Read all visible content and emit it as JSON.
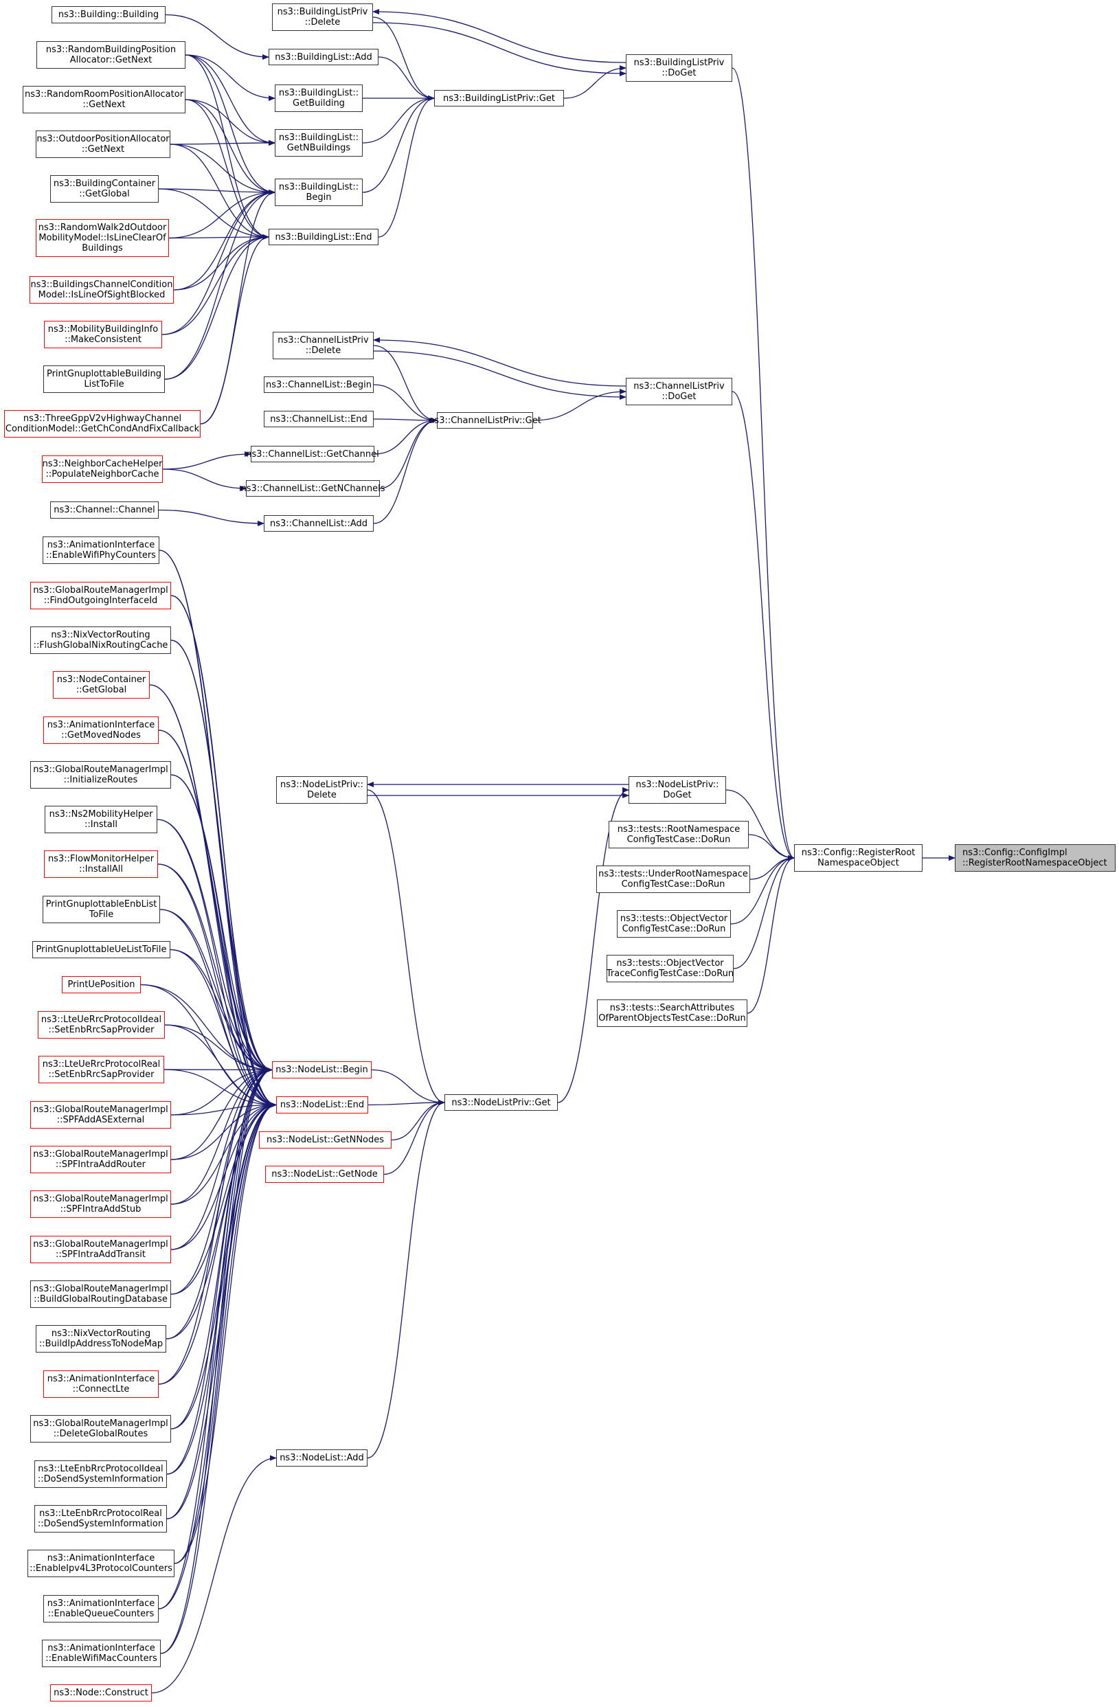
{
  "graph": {
    "title": "Caller graph: ns3::Config::ConfigImpl::RegisterRootNamespaceObject",
    "colors": {
      "edge": "#191970",
      "node_border": "#333333",
      "truncated_border": "#ff0000",
      "root_fill": "#bfbfbf"
    },
    "nodes": [
      {
        "id": "root",
        "label": "ns3::Config::ConfigImpl\n::RegisterRootNamespaceObject",
        "style": "root"
      },
      {
        "id": "regroot",
        "label": "ns3::Config::RegisterRoot\nNamespaceObject",
        "style": "normal"
      },
      {
        "id": "blp_doget",
        "label": "ns3::BuildingListPriv\n::DoGet",
        "style": "normal"
      },
      {
        "id": "clp_doget",
        "label": "ns3::ChannelListPriv\n::DoGet",
        "style": "normal"
      },
      {
        "id": "nlp_doget",
        "label": "ns3::NodeListPriv::\nDoGet",
        "style": "normal"
      },
      {
        "id": "t_root",
        "label": "ns3::tests::RootNamespace\nConfigTestCase::DoRun",
        "style": "normal"
      },
      {
        "id": "t_under",
        "label": "ns3::tests::UnderRootNamespace\nConfigTestCase::DoRun",
        "style": "normal"
      },
      {
        "id": "t_objvec",
        "label": "ns3::tests::ObjectVector\nConfigTestCase::DoRun",
        "style": "normal"
      },
      {
        "id": "t_objvectrace",
        "label": "ns3::tests::ObjectVector\nTraceConfigTestCase::DoRun",
        "style": "normal"
      },
      {
        "id": "t_search",
        "label": "ns3::tests::SearchAttributes\nOfParentObjectsTestCase::DoRun",
        "style": "normal"
      },
      {
        "id": "blp_delete",
        "label": "ns3::BuildingListPriv\n::Delete",
        "style": "normal"
      },
      {
        "id": "blp_get",
        "label": "ns3::BuildingListPriv::Get",
        "style": "normal"
      },
      {
        "id": "bl_add",
        "label": "ns3::BuildingList::Add",
        "style": "normal"
      },
      {
        "id": "bl_getbuilding",
        "label": "ns3::BuildingList::\nGetBuilding",
        "style": "normal"
      },
      {
        "id": "bl_getn",
        "label": "ns3::BuildingList::\nGetNBuildings",
        "style": "normal"
      },
      {
        "id": "bl_begin",
        "label": "ns3::BuildingList::\nBegin",
        "style": "normal"
      },
      {
        "id": "bl_end",
        "label": "ns3::BuildingList::End",
        "style": "normal"
      },
      {
        "id": "b_building",
        "label": "ns3::Building::Building",
        "style": "normal"
      },
      {
        "id": "rbpa",
        "label": "ns3::RandomBuildingPosition\nAllocator::GetNext",
        "style": "normal"
      },
      {
        "id": "rrpa",
        "label": "ns3::RandomRoomPositionAllocator\n::GetNext",
        "style": "normal"
      },
      {
        "id": "opa",
        "label": "ns3::OutdoorPositionAllocator\n::GetNext",
        "style": "normal"
      },
      {
        "id": "bc_global",
        "label": "ns3::BuildingContainer\n::GetGlobal",
        "style": "normal"
      },
      {
        "id": "rw2d",
        "label": "ns3::RandomWalk2dOutdoor\nMobilityModel::IsLineClearOf\nBuildings",
        "style": "truncated"
      },
      {
        "id": "bccm",
        "label": "ns3::BuildingsChannelCondition\nModel::IsLineOfSightBlocked",
        "style": "truncated"
      },
      {
        "id": "mbi",
        "label": "ns3::MobilityBuildingInfo\n::MakeConsistent",
        "style": "truncated"
      },
      {
        "id": "pgbl",
        "label": "PrintGnuplottableBuilding\nListToFile",
        "style": "normal"
      },
      {
        "id": "tgpp",
        "label": "ns3::ThreeGppV2vHighwayChannel\nConditionModel::GetChCondAndFixCallback",
        "style": "truncated"
      },
      {
        "id": "clp_delete",
        "label": "ns3::ChannelListPriv\n::Delete",
        "style": "normal"
      },
      {
        "id": "clp_get",
        "label": "ns3::ChannelListPriv::Get",
        "style": "normal"
      },
      {
        "id": "cl_begin",
        "label": "ns3::ChannelList::Begin",
        "style": "normal"
      },
      {
        "id": "cl_end",
        "label": "ns3::ChannelList::End",
        "style": "normal"
      },
      {
        "id": "cl_getchannel",
        "label": "ns3::ChannelList::GetChannel",
        "style": "normal"
      },
      {
        "id": "cl_getn",
        "label": "ns3::ChannelList::GetNChannels",
        "style": "normal"
      },
      {
        "id": "cl_add",
        "label": "ns3::ChannelList::Add",
        "style": "normal"
      },
      {
        "id": "nch",
        "label": "ns3::NeighborCacheHelper\n::PopulateNeighborCache",
        "style": "truncated"
      },
      {
        "id": "ch_channel",
        "label": "ns3::Channel::Channel",
        "style": "normal"
      },
      {
        "id": "nlp_delete",
        "label": "ns3::NodeListPriv::\nDelete",
        "style": "normal"
      },
      {
        "id": "nlp_get",
        "label": "ns3::NodeListPriv::Get",
        "style": "normal"
      },
      {
        "id": "nl_begin",
        "label": "ns3::NodeList::Begin",
        "style": "truncated"
      },
      {
        "id": "nl_end",
        "label": "ns3::NodeList::End",
        "style": "truncated"
      },
      {
        "id": "nl_getn",
        "label": "ns3::NodeList::GetNNodes",
        "style": "truncated"
      },
      {
        "id": "nl_getnode",
        "label": "ns3::NodeList::GetNode",
        "style": "truncated"
      },
      {
        "id": "nl_add",
        "label": "ns3::NodeList::Add",
        "style": "normal"
      },
      {
        "id": "c01",
        "label": "ns3::AnimationInterface\n::EnableWifiPhyCounters",
        "style": "normal"
      },
      {
        "id": "c02",
        "label": "ns3::GlobalRouteManagerImpl\n::FindOutgoingInterfaceId",
        "style": "truncated"
      },
      {
        "id": "c03",
        "label": "ns3::NixVectorRouting\n::FlushGlobalNixRoutingCache",
        "style": "normal"
      },
      {
        "id": "c04",
        "label": "ns3::NodeContainer\n::GetGlobal",
        "style": "truncated"
      },
      {
        "id": "c05",
        "label": "ns3::AnimationInterface\n::GetMovedNodes",
        "style": "truncated"
      },
      {
        "id": "c06",
        "label": "ns3::GlobalRouteManagerImpl\n::InitializeRoutes",
        "style": "normal"
      },
      {
        "id": "c07",
        "label": "ns3::Ns2MobilityHelper\n::Install",
        "style": "normal"
      },
      {
        "id": "c08",
        "label": "ns3::FlowMonitorHelper\n::InstallAll",
        "style": "truncated"
      },
      {
        "id": "c09",
        "label": "PrintGnuplottableEnbList\nToFile",
        "style": "normal"
      },
      {
        "id": "c10",
        "label": "PrintGnuplottableUeListToFile",
        "style": "normal"
      },
      {
        "id": "c11",
        "label": "PrintUePosition",
        "style": "truncated"
      },
      {
        "id": "c12",
        "label": "ns3::LteUeRrcProtocolIdeal\n::SetEnbRrcSapProvider",
        "style": "truncated"
      },
      {
        "id": "c13",
        "label": "ns3::LteUeRrcProtocolReal\n::SetEnbRrcSapProvider",
        "style": "truncated"
      },
      {
        "id": "c14",
        "label": "ns3::GlobalRouteManagerImpl\n::SPFAddASExternal",
        "style": "truncated"
      },
      {
        "id": "c15",
        "label": "ns3::GlobalRouteManagerImpl\n::SPFIntraAddRouter",
        "style": "truncated"
      },
      {
        "id": "c16",
        "label": "ns3::GlobalRouteManagerImpl\n::SPFIntraAddStub",
        "style": "truncated"
      },
      {
        "id": "c17",
        "label": "ns3::GlobalRouteManagerImpl\n::SPFIntraAddTransit",
        "style": "truncated"
      },
      {
        "id": "c18",
        "label": "ns3::GlobalRouteManagerImpl\n::BuildGlobalRoutingDatabase",
        "style": "normal"
      },
      {
        "id": "c19",
        "label": "ns3::NixVectorRouting\n::BuildIpAddressToNodeMap",
        "style": "normal"
      },
      {
        "id": "c20",
        "label": "ns3::AnimationInterface\n::ConnectLte",
        "style": "truncated"
      },
      {
        "id": "c21",
        "label": "ns3::GlobalRouteManagerImpl\n::DeleteGlobalRoutes",
        "style": "normal"
      },
      {
        "id": "c22",
        "label": "ns3::LteEnbRrcProtocolIdeal\n::DoSendSystemInformation",
        "style": "normal"
      },
      {
        "id": "c23",
        "label": "ns3::LteEnbRrcProtocolReal\n::DoSendSystemInformation",
        "style": "normal"
      },
      {
        "id": "c24",
        "label": "ns3::AnimationInterface\n::EnableIpv4L3ProtocolCounters",
        "style": "normal"
      },
      {
        "id": "c25",
        "label": "ns3::AnimationInterface\n::EnableQueueCounters",
        "style": "normal"
      },
      {
        "id": "c26",
        "label": "ns3::AnimationInterface\n::EnableWifiMacCounters",
        "style": "normal"
      },
      {
        "id": "c27",
        "label": "ns3::Node::Construct",
        "style": "truncated"
      }
    ],
    "edges": [
      [
        "regroot",
        "root"
      ],
      [
        "blp_doget",
        "regroot"
      ],
      [
        "clp_doget",
        "regroot"
      ],
      [
        "nlp_doget",
        "regroot"
      ],
      [
        "t_root",
        "regroot"
      ],
      [
        "t_under",
        "regroot"
      ],
      [
        "t_objvec",
        "regroot"
      ],
      [
        "t_objvectrace",
        "regroot"
      ],
      [
        "t_search",
        "regroot"
      ],
      [
        "blp_doget",
        "blp_delete"
      ],
      [
        "blp_delete",
        "blp_doget"
      ],
      [
        "blp_get",
        "blp_doget"
      ],
      [
        "blp_delete",
        "blp_get"
      ],
      [
        "bl_add",
        "blp_get"
      ],
      [
        "bl_getbuilding",
        "blp_get"
      ],
      [
        "bl_getn",
        "blp_get"
      ],
      [
        "bl_begin",
        "blp_get"
      ],
      [
        "bl_end",
        "blp_get"
      ],
      [
        "b_building",
        "bl_add"
      ],
      [
        "rbpa",
        "bl_getbuilding"
      ],
      [
        "rbpa",
        "bl_getn"
      ],
      [
        "rbpa",
        "bl_begin"
      ],
      [
        "rbpa",
        "bl_end"
      ],
      [
        "rrpa",
        "bl_getn"
      ],
      [
        "rrpa",
        "bl_begin"
      ],
      [
        "rrpa",
        "bl_end"
      ],
      [
        "opa",
        "bl_getn"
      ],
      [
        "opa",
        "bl_begin"
      ],
      [
        "opa",
        "bl_end"
      ],
      [
        "bc_global",
        "bl_begin"
      ],
      [
        "bc_global",
        "bl_end"
      ],
      [
        "rw2d",
        "bl_begin"
      ],
      [
        "rw2d",
        "bl_end"
      ],
      [
        "bccm",
        "bl_begin"
      ],
      [
        "bccm",
        "bl_end"
      ],
      [
        "mbi",
        "bl_begin"
      ],
      [
        "mbi",
        "bl_end"
      ],
      [
        "pgbl",
        "bl_begin"
      ],
      [
        "pgbl",
        "bl_end"
      ],
      [
        "tgpp",
        "bl_begin"
      ],
      [
        "tgpp",
        "bl_end"
      ],
      [
        "clp_doget",
        "clp_delete"
      ],
      [
        "clp_delete",
        "clp_doget"
      ],
      [
        "clp_get",
        "clp_doget"
      ],
      [
        "clp_delete",
        "clp_get"
      ],
      [
        "cl_begin",
        "clp_get"
      ],
      [
        "cl_end",
        "clp_get"
      ],
      [
        "cl_getchannel",
        "clp_get"
      ],
      [
        "cl_getn",
        "clp_get"
      ],
      [
        "cl_add",
        "clp_get"
      ],
      [
        "nch",
        "cl_getchannel"
      ],
      [
        "nch",
        "cl_getn"
      ],
      [
        "ch_channel",
        "cl_add"
      ],
      [
        "nlp_doget",
        "nlp_delete"
      ],
      [
        "nlp_delete",
        "nlp_doget"
      ],
      [
        "nlp_get",
        "nlp_doget"
      ],
      [
        "nlp_delete",
        "nlp_get"
      ],
      [
        "nl_begin",
        "nlp_get"
      ],
      [
        "nl_end",
        "nlp_get"
      ],
      [
        "nl_getn",
        "nlp_get"
      ],
      [
        "nl_getnode",
        "nlp_get"
      ],
      [
        "nl_add",
        "nlp_get"
      ],
      [
        "c27",
        "nl_add"
      ],
      [
        "c01",
        "nl_begin"
      ],
      [
        "c01",
        "nl_end"
      ],
      [
        "c02",
        "nl_begin"
      ],
      [
        "c02",
        "nl_end"
      ],
      [
        "c03",
        "nl_begin"
      ],
      [
        "c03",
        "nl_end"
      ],
      [
        "c04",
        "nl_begin"
      ],
      [
        "c04",
        "nl_end"
      ],
      [
        "c05",
        "nl_begin"
      ],
      [
        "c05",
        "nl_end"
      ],
      [
        "c06",
        "nl_begin"
      ],
      [
        "c06",
        "nl_end"
      ],
      [
        "c07",
        "nl_begin"
      ],
      [
        "c07",
        "nl_end"
      ],
      [
        "c08",
        "nl_begin"
      ],
      [
        "c08",
        "nl_end"
      ],
      [
        "c09",
        "nl_begin"
      ],
      [
        "c09",
        "nl_end"
      ],
      [
        "c10",
        "nl_begin"
      ],
      [
        "c10",
        "nl_end"
      ],
      [
        "c11",
        "nl_begin"
      ],
      [
        "c11",
        "nl_end"
      ],
      [
        "c12",
        "nl_begin"
      ],
      [
        "c12",
        "nl_end"
      ],
      [
        "c13",
        "nl_begin"
      ],
      [
        "c13",
        "nl_end"
      ],
      [
        "c14",
        "nl_begin"
      ],
      [
        "c14",
        "nl_end"
      ],
      [
        "c15",
        "nl_begin"
      ],
      [
        "c15",
        "nl_end"
      ],
      [
        "c16",
        "nl_begin"
      ],
      [
        "c16",
        "nl_end"
      ],
      [
        "c17",
        "nl_begin"
      ],
      [
        "c17",
        "nl_end"
      ],
      [
        "c18",
        "nl_begin"
      ],
      [
        "c18",
        "nl_end"
      ],
      [
        "c19",
        "nl_begin"
      ],
      [
        "c19",
        "nl_end"
      ],
      [
        "c20",
        "nl_begin"
      ],
      [
        "c20",
        "nl_end"
      ],
      [
        "c21",
        "nl_begin"
      ],
      [
        "c21",
        "nl_end"
      ],
      [
        "c22",
        "nl_begin"
      ],
      [
        "c22",
        "nl_end"
      ],
      [
        "c23",
        "nl_begin"
      ],
      [
        "c23",
        "nl_end"
      ],
      [
        "c24",
        "nl_begin"
      ],
      [
        "c24",
        "nl_end"
      ],
      [
        "c25",
        "nl_begin"
      ],
      [
        "c25",
        "nl_end"
      ],
      [
        "c26",
        "nl_begin"
      ],
      [
        "c26",
        "nl_end"
      ]
    ]
  }
}
